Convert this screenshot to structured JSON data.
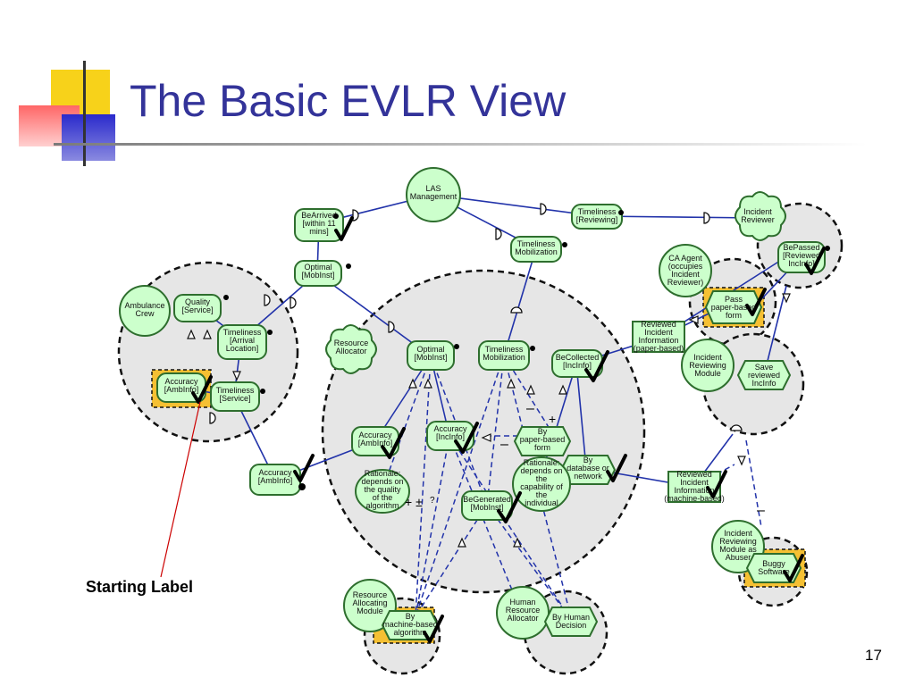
{
  "slide": {
    "title": "The Basic EVLR View",
    "starting_label": "Starting Label",
    "page_number": "17"
  },
  "diagram": {
    "nodes": {
      "las_management": [
        "LAS",
        "Management"
      ],
      "be_arrived": [
        "BeArrived",
        "[within 11",
        "mins]"
      ],
      "timeliness_reviewing": [
        "Timeliness",
        "[Reviewing]"
      ],
      "incident_reviewer": [
        "Incident",
        "Reviewer"
      ],
      "timeliness_mobilization_top": [
        "Timeliness",
        "Mobilization"
      ],
      "be_passed": [
        "BePassed",
        "[Reviewed",
        "IncInfo]"
      ],
      "ca_agent": [
        "CA Agent",
        "(occupies",
        "Incident",
        "Reviewer)"
      ],
      "pass_paper_form": [
        "Pass",
        "paper-based",
        "form"
      ],
      "optimal_mobinst_top": [
        "Optimal",
        "[MobInst]"
      ],
      "ambulance_crew": [
        "Ambulance",
        "Crew"
      ],
      "quality_service": [
        "Quality",
        "[Service]"
      ],
      "timeliness_arrival": [
        "Timeliness",
        "[Arrival",
        "Location]"
      ],
      "accuracy_ambinfo_left": [
        "Accuracy",
        "[AmbInfo]"
      ],
      "timeliness_service": [
        "Timeliness",
        "[Service]"
      ],
      "resource_allocator": [
        "Resource",
        "Allocator"
      ],
      "optimal_mobinst_mid": [
        "Optimal",
        "[MobInst]"
      ],
      "timeliness_mobilization_mid": [
        "Timeliness",
        "Mobilization"
      ],
      "be_collected": [
        "BeCollected",
        "[IncInfo]"
      ],
      "reviewed_incident_paper": [
        "Reviewed",
        "Incident",
        "Information",
        "(paper-based)"
      ],
      "incident_reviewing_module": [
        "Incident",
        "Reviewing",
        "Module"
      ],
      "save_reviewed": [
        "Save",
        "reviewed",
        "IncInfo"
      ],
      "accuracy_ambinfo_mid": [
        "Accuracy",
        "[AmbInfo]"
      ],
      "accuracy_incinfo": [
        "Accuracy",
        "[IncInfo]"
      ],
      "by_paper_form": [
        "By",
        "paper-based",
        "form"
      ],
      "accuracy_ambinfo_bottom": [
        "Accuracy",
        "[AmbInfo]"
      ],
      "rationale_quality": [
        "Rationale:",
        "depends on",
        "the quality",
        "of the",
        "algorithm"
      ],
      "be_generated": [
        "BeGenerated",
        "[MobInst]"
      ],
      "rationale_capability": [
        "Rationale:",
        "depends on",
        "the",
        "capability of",
        "the",
        "individual"
      ],
      "by_database": [
        "By",
        "database or",
        "network"
      ],
      "reviewed_incident_machine": [
        "Reviewed",
        "Incident",
        "Information",
        "(machine-based)"
      ],
      "incident_module_abuser": [
        "Incident",
        "Reviewing",
        "Module as",
        "Abuser"
      ],
      "buggy_software": [
        "Buggy",
        "Software"
      ],
      "resource_allocating_module": [
        "Resource",
        "Allocating",
        "Module"
      ],
      "by_machine_algorithm": [
        "By",
        "machine-based",
        "algorithm"
      ],
      "human_resource_allocator": [
        "Human",
        "Resource",
        "Allocator"
      ],
      "by_human_decision": [
        "By Human",
        "Decision"
      ]
    },
    "contribution_marks": {
      "plus_minus": "+ ±",
      "question": "?",
      "minus": "–",
      "plus": "+"
    }
  },
  "colors": {
    "title": "#333399",
    "node_fill": "#ccffcc",
    "node_stroke": "#2e6e2e",
    "edge": "#2233aa",
    "boundary_fill": "#e6e6e6",
    "highlight": "#f5c033",
    "pointer_line": "#cc0000"
  }
}
